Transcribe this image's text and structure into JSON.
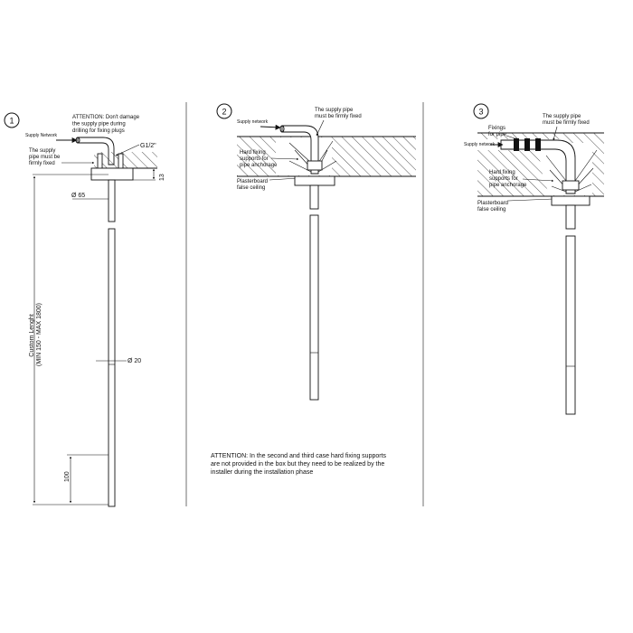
{
  "panels": {
    "p1": {
      "number": "1",
      "attention": [
        "ATTENTION: Don't damage",
        "the supply pipe during",
        "drilling for fixing plugs"
      ],
      "supply_network": "Supply Network",
      "firmly_fixed": [
        "The supply",
        "pipe must be",
        "firmly fixed"
      ],
      "thread": "G1/2\"",
      "diam_flange": "Ø 65",
      "flange_height": "13",
      "diam_tube": "Ø 20",
      "custom_length": [
        "Custom Lenght",
        "(MIN 150 - MAX 1800)"
      ],
      "bottom_length": "100"
    },
    "p2": {
      "number": "2",
      "supply_network": "Supply network",
      "firmly_fixed": [
        "The supply pipe",
        "must be firmly fixed"
      ],
      "hard_fixing": [
        "Hard fixing",
        "supports for",
        "pipe anchorage"
      ],
      "plasterboard": [
        "Plasterboard",
        "false ceiling"
      ]
    },
    "p3": {
      "number": "3",
      "firmly_fixed": [
        "The supply pipe",
        "must be firmly fixed"
      ],
      "fixings": [
        "Fixings",
        "for pipe"
      ],
      "supply_network": "Supply network",
      "hard_fixing": [
        "Hard fixing",
        "supports for",
        "pipe anchorage"
      ],
      "plasterboard": [
        "Plasterboard",
        "false ceiling"
      ]
    },
    "note": [
      "ATTENTION: In the second and third case hard fixing supports",
      "are not provided in the box but they need to be realized by the",
      "installer during the installation phase"
    ]
  }
}
